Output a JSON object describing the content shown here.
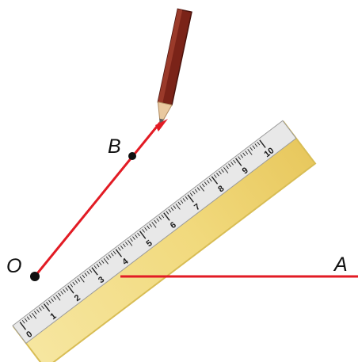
{
  "points": {
    "O": "O",
    "B": "B",
    "A": "A"
  },
  "ruler": {
    "numbers": [
      "0",
      "1",
      "2",
      "3",
      "4",
      "5",
      "6",
      "7",
      "8",
      "9",
      "10"
    ],
    "body_color": "#f2dd84",
    "edge_color": "#d9bf55",
    "scale_color": "#e6e6e6",
    "tick_color": "#222222"
  },
  "lines": {
    "color": "#e21b24"
  },
  "pencil": {
    "body_color": "#7a2318",
    "wood_color": "#e9c9a0",
    "lead_color": "#6b6b6b"
  }
}
